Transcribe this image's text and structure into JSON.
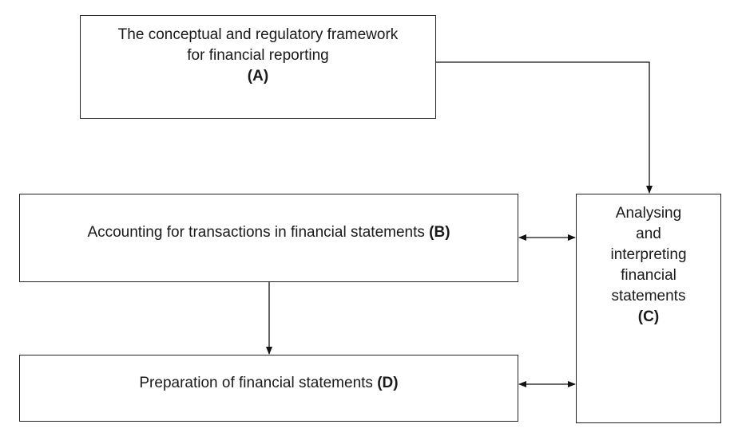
{
  "boxes": {
    "a": {
      "line1": "The conceptual and regulatory framework",
      "line2": "for financial reporting",
      "code": "(A)"
    },
    "b": {
      "text": "Accounting for transactions in financial statements",
      "code": "(B)"
    },
    "c": {
      "line1": "Analysing",
      "line2": "and",
      "line3": "interpreting",
      "line4": "financial",
      "line5": "statements",
      "code": "(C)"
    },
    "d": {
      "text": "Preparation of financial statements",
      "code": "(D)"
    }
  },
  "colors": {
    "line": "#111111",
    "border": "#222222"
  }
}
